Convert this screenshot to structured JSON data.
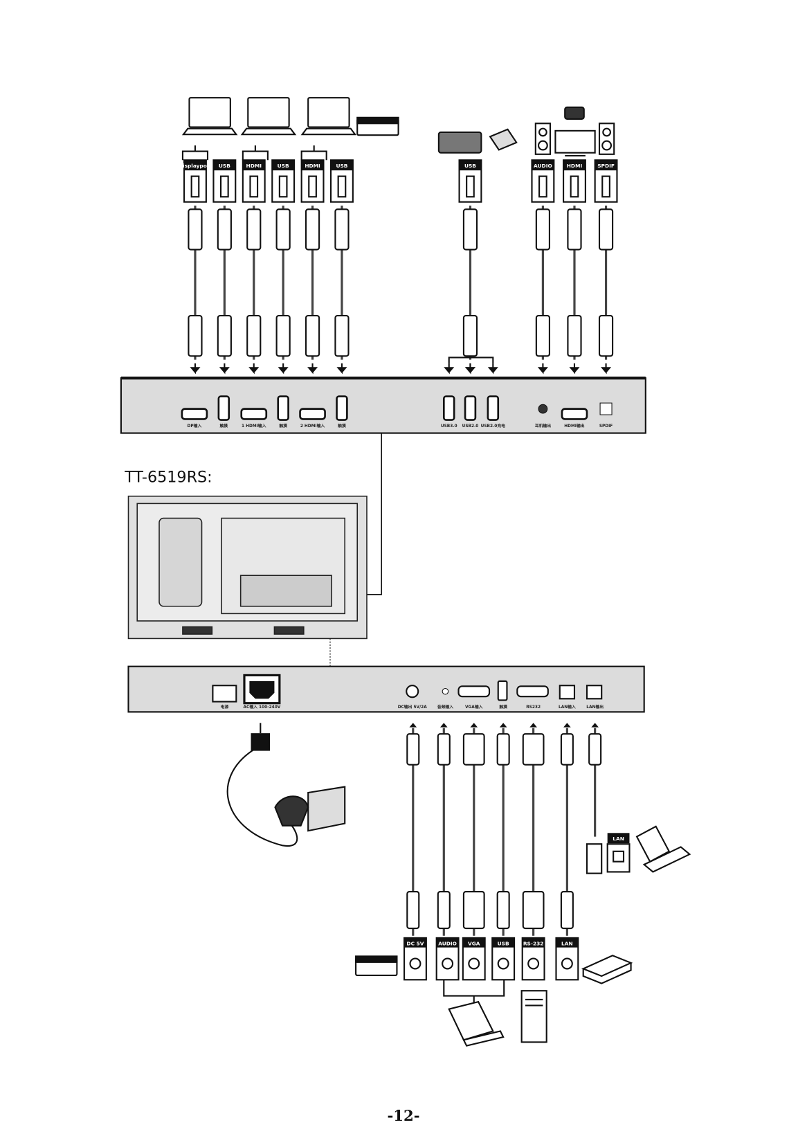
{
  "top_connectors": [
    "Displayport",
    "USB",
    "HDMI",
    "USB",
    "HDMI",
    "USB",
    "USB",
    "AUDIO",
    "HDMI",
    "SPDIF"
  ],
  "top_panel_ports": [
    "DP输入",
    "触摸",
    "1 HDMI输入",
    "触摸",
    "2 HDMI输入",
    "触摸",
    "USB3.0",
    "USB2.0",
    "USB2.0充电",
    "耳机输出",
    "HDMI输出",
    "SPDIF"
  ],
  "model_title": "TT-6519RS:",
  "bottom_panel_ports": [
    "电源",
    "AC输入 100-240V",
    "DC输出 5V/2A",
    "音频输入",
    "VGA输入",
    "触摸",
    "RS232",
    "LAN输入",
    "LAN输出"
  ],
  "bottom_connectors": [
    "DC 5V",
    "AUDIO",
    "VGA",
    "USB",
    "RS-232",
    "LAN"
  ],
  "lan_side_label": "LAN",
  "page_number": "-12-"
}
